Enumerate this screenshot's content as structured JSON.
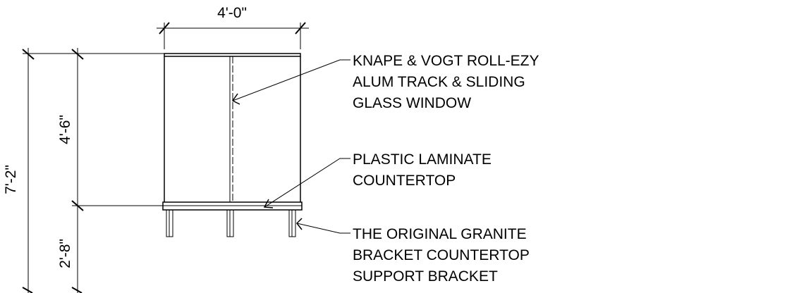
{
  "dimensions": {
    "width": "4'-0\"",
    "upper_height": "4'-6\"",
    "total_height": "7'-2\"",
    "lower_height": "2'-8\""
  },
  "notes": {
    "window": [
      "KNAPE & VOGT ROLL-EZY",
      "ALUM TRACK & SLIDING",
      "GLASS WINDOW"
    ],
    "countertop": [
      "PLASTIC LAMINATE",
      "COUNTERTOP"
    ],
    "bracket": [
      "THE ORIGINAL GRANITE",
      "BRACKET COUNTERTOP",
      "SUPPORT BRACKET"
    ]
  },
  "colors": {
    "line": "#000000",
    "background": "#ffffff"
  }
}
